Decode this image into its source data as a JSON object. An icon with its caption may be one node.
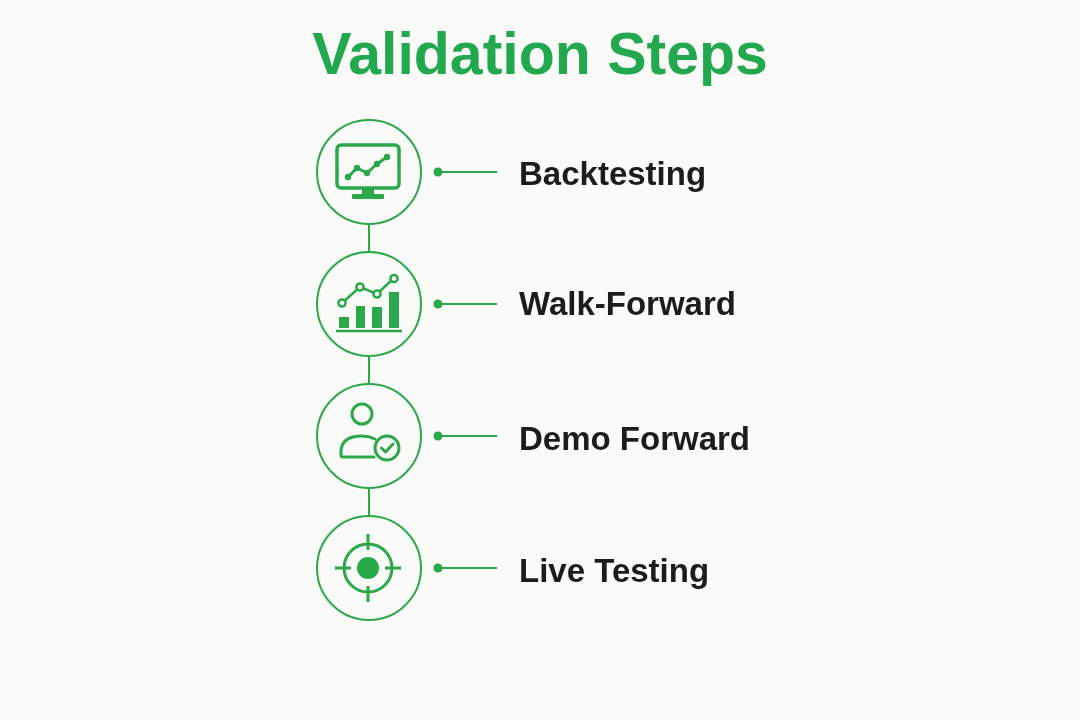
{
  "diagram": {
    "title": "Validation Steps",
    "nodes": [
      {
        "text": [],
        "shape": "circle"
      },
      {
        "text": [
          "Backtesting"
        ]
      },
      {
        "text": [],
        "shape": "circle"
      },
      {
        "text": [
          "Walk-Forward"
        ]
      },
      {
        "text": [],
        "shape": "circle"
      },
      {
        "text": [
          "Demo Forward"
        ]
      },
      {
        "text": [],
        "shape": "circle"
      },
      {
        "text": [
          "Live Testing"
        ]
      }
    ],
    "edges": [
      {
        "from": 0,
        "to": 1,
        "arrow": "other"
      },
      {
        "from": 0,
        "to": 2,
        "arrow": "none"
      },
      {
        "from": 2,
        "to": 3,
        "arrow": "other"
      },
      {
        "from": 2,
        "to": 4,
        "arrow": "none"
      },
      {
        "from": 4,
        "to": 5,
        "arrow": "other"
      },
      {
        "from": 4,
        "to": 6,
        "arrow": "none"
      },
      {
        "from": 6,
        "to": 7,
        "arrow": "other"
      }
    ]
  }
}
